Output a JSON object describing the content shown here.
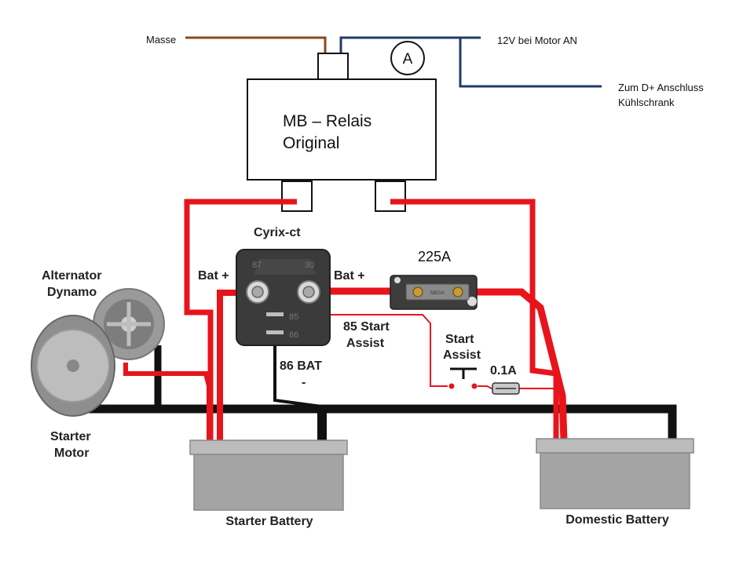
{
  "labels": {
    "masse": "Masse",
    "ignition": "12V bei Motor  AN",
    "fridge_line1": "Zum D+ Anschluss",
    "fridge_line2": "Kühlschrank",
    "ammeter": "A",
    "relay_line1": "MB – Relais",
    "relay_line2": "Original",
    "cyrix": "Cyrix-ct",
    "bat_plus_left": "Bat +",
    "bat_plus_right": "Bat +",
    "fuse_main": "225A",
    "alternator_line1": "Alternator",
    "alternator_line2": "Dynamo",
    "starter_line1": "Starter",
    "starter_line2": "Motor",
    "start_assist_85_line1": "85 Start",
    "start_assist_85_line2": "Assist",
    "start_assist_line1": "Start",
    "start_assist_line2": "Assist",
    "fuse_small": "0.1A",
    "bat86_line1": "86 BAT",
    "bat86_line2": "-",
    "starter_battery": "Starter Battery",
    "domestic_battery": "Domestic Battery"
  },
  "terminals": {
    "t87": "87",
    "t30": "30",
    "t85": "85",
    "t86": "86",
    "fuse_mark": "MEGA"
  },
  "colors": {
    "positive": "#e8141c",
    "negative": "#111111",
    "ground_wire": "#8b4a1c",
    "signal_wire": "#1f3b68",
    "device": "#3b3b3b",
    "battery": "#a8a8a8"
  }
}
